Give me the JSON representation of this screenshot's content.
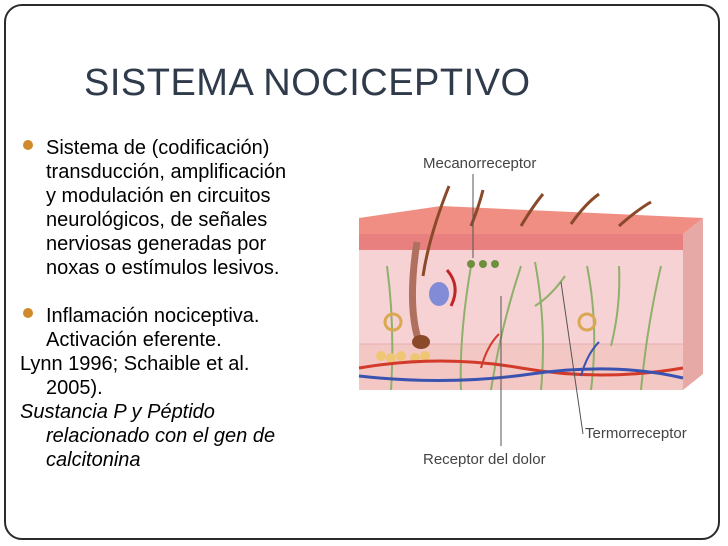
{
  "slide": {
    "title": "SISTEMA NOCICEPTIVO",
    "bullet1": {
      "lines": [
        "Sistema de (codificación)",
        "transducción, amplificación",
        "y modulación en circuitos",
        "neurológicos, de señales",
        "nerviosas generadas por",
        "noxas o estímulos lesivos."
      ]
    },
    "bullet2": {
      "lines": [
        "Inflamación nociceptiva.",
        "Activación eferente."
      ]
    },
    "citation": {
      "line1": "Lynn 1996; Schaible et al.",
      "line2": "2005)."
    },
    "italic_note": {
      "line1": "Sustancia P y Péptido",
      "line2": "relacionado con el gen de",
      "line3": "calcitonina"
    },
    "diagram": {
      "label_top": "Mecanorreceptor",
      "label_right": "Termorreceptor",
      "label_bottom": "Receptor del dolor"
    }
  },
  "colors": {
    "bullet": "#d08a2a",
    "title": "#2f3a4a",
    "skin_epidermis": "#e8807f",
    "skin_dermis": "#f6d2d4",
    "skin_subcutis": "#f3c7c4",
    "nerve": "#8fb06a",
    "artery": "#d23a2a",
    "vein": "#3a52b0"
  }
}
